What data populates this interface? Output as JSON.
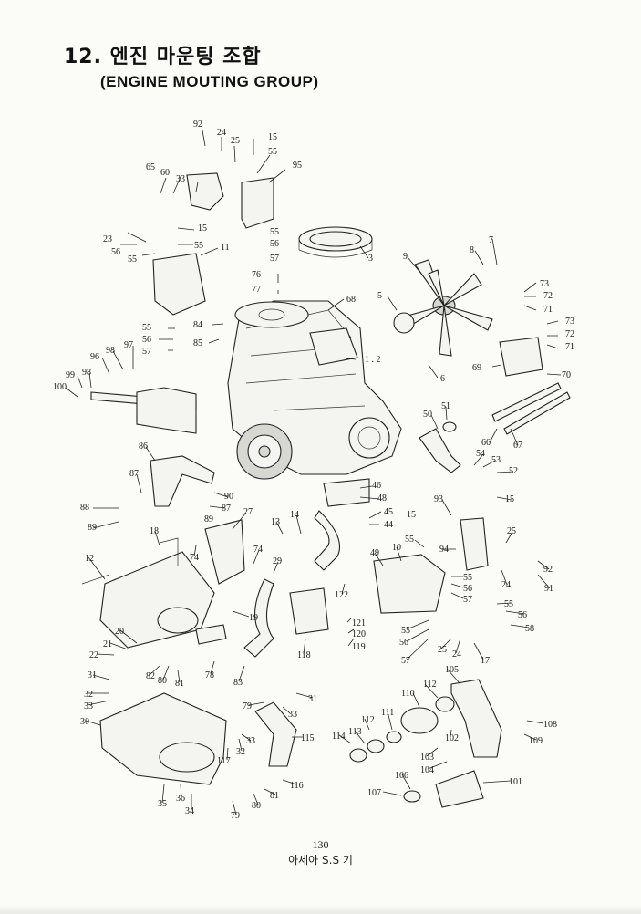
{
  "page": {
    "title_ko": "12. 엔진 마운팅 조합",
    "title_en": "(ENGINE MOUTING GROUP)",
    "page_number": "– 130 –",
    "footer": "아세아 S.S 기"
  },
  "callouts": [
    {
      "id": "c92a",
      "label": "92"
    },
    {
      "id": "c24a",
      "label": "24"
    },
    {
      "id": "c25a",
      "label": "25"
    },
    {
      "id": "c15a",
      "label": "15"
    },
    {
      "id": "c55a",
      "label": "55"
    },
    {
      "id": "c65",
      "label": "65"
    },
    {
      "id": "c60",
      "label": "60"
    },
    {
      "id": "c33a",
      "label": "33"
    },
    {
      "id": "c95",
      "label": "95"
    },
    {
      "id": "c23",
      "label": "23"
    },
    {
      "id": "c15b",
      "label": "15"
    },
    {
      "id": "c56a",
      "label": "56"
    },
    {
      "id": "c55b",
      "label": "55"
    },
    {
      "id": "c55c",
      "label": "55"
    },
    {
      "id": "c11",
      "label": "11"
    },
    {
      "id": "c55d",
      "label": "55"
    },
    {
      "id": "c56b",
      "label": "56"
    },
    {
      "id": "c57a",
      "label": "57"
    },
    {
      "id": "c3",
      "label": "3"
    },
    {
      "id": "c76",
      "label": "76"
    },
    {
      "id": "c77",
      "label": "77"
    },
    {
      "id": "c9",
      "label": "9"
    },
    {
      "id": "c8",
      "label": "8"
    },
    {
      "id": "c7",
      "label": "7"
    },
    {
      "id": "c5",
      "label": "5"
    },
    {
      "id": "c68",
      "label": "68"
    },
    {
      "id": "c73a",
      "label": "73"
    },
    {
      "id": "c72a",
      "label": "72"
    },
    {
      "id": "c71a",
      "label": "71"
    },
    {
      "id": "c73b",
      "label": "73"
    },
    {
      "id": "c72b",
      "label": "72"
    },
    {
      "id": "c71b",
      "label": "71"
    },
    {
      "id": "c55e",
      "label": "55"
    },
    {
      "id": "c56c",
      "label": "56"
    },
    {
      "id": "c57b",
      "label": "57"
    },
    {
      "id": "c84",
      "label": "84"
    },
    {
      "id": "c85",
      "label": "85"
    },
    {
      "id": "c12a",
      "label": "1 . 2"
    },
    {
      "id": "c69",
      "label": "69"
    },
    {
      "id": "c70",
      "label": "70"
    },
    {
      "id": "c6",
      "label": "6"
    },
    {
      "id": "c96",
      "label": "96"
    },
    {
      "id": "c98a",
      "label": "98"
    },
    {
      "id": "c97",
      "label": "97"
    },
    {
      "id": "c99",
      "label": "99"
    },
    {
      "id": "c98b",
      "label": "98"
    },
    {
      "id": "c100",
      "label": "100"
    },
    {
      "id": "c51",
      "label": "51"
    },
    {
      "id": "c50",
      "label": "50"
    },
    {
      "id": "c66",
      "label": "66"
    },
    {
      "id": "c67",
      "label": "67"
    },
    {
      "id": "c54",
      "label": "54"
    },
    {
      "id": "c53",
      "label": "53"
    },
    {
      "id": "c52",
      "label": "52"
    },
    {
      "id": "c86",
      "label": "86"
    },
    {
      "id": "c87a",
      "label": "87"
    },
    {
      "id": "c90",
      "label": "90"
    },
    {
      "id": "c87b",
      "label": "87"
    },
    {
      "id": "c88",
      "label": "88"
    },
    {
      "id": "c89",
      "label": "89"
    },
    {
      "id": "c46",
      "label": "46"
    },
    {
      "id": "c48",
      "label": "48"
    },
    {
      "id": "c15c",
      "label": "15"
    },
    {
      "id": "c45",
      "label": "45"
    },
    {
      "id": "c44",
      "label": "44"
    },
    {
      "id": "c27",
      "label": "27"
    },
    {
      "id": "c13",
      "label": "13"
    },
    {
      "id": "c14",
      "label": "14"
    },
    {
      "id": "c93",
      "label": "93"
    },
    {
      "id": "c15d",
      "label": "15"
    },
    {
      "id": "c55f",
      "label": "55"
    },
    {
      "id": "c18",
      "label": "18"
    },
    {
      "id": "c74a",
      "label": "74"
    },
    {
      "id": "c74b",
      "label": "74"
    },
    {
      "id": "c29",
      "label": "29"
    },
    {
      "id": "c10",
      "label": "10"
    },
    {
      "id": "c49",
      "label": "49"
    },
    {
      "id": "c94",
      "label": "94"
    },
    {
      "id": "c25b",
      "label": "25"
    },
    {
      "id": "c24b",
      "label": "24"
    },
    {
      "id": "c92b",
      "label": "92"
    },
    {
      "id": "c91",
      "label": "91"
    },
    {
      "id": "c12b",
      "label": "12"
    },
    {
      "id": "c122",
      "label": "122"
    },
    {
      "id": "c55g",
      "label": "55"
    },
    {
      "id": "c56d",
      "label": "56"
    },
    {
      "id": "c57c",
      "label": "57"
    },
    {
      "id": "c55h",
      "label": "55"
    },
    {
      "id": "c56e",
      "label": "56"
    },
    {
      "id": "c58",
      "label": "58"
    },
    {
      "id": "c19",
      "label": "19"
    },
    {
      "id": "c121",
      "label": "121"
    },
    {
      "id": "c120",
      "label": "120"
    },
    {
      "id": "c119",
      "label": "119"
    },
    {
      "id": "c55i",
      "label": "55"
    },
    {
      "id": "c56f",
      "label": "56"
    },
    {
      "id": "c57d",
      "label": "57"
    },
    {
      "id": "c25c",
      "label": "25"
    },
    {
      "id": "c24c",
      "label": "24"
    },
    {
      "id": "c17",
      "label": "17"
    },
    {
      "id": "c20",
      "label": "20"
    },
    {
      "id": "c21",
      "label": "21"
    },
    {
      "id": "c22",
      "label": "22"
    },
    {
      "id": "c118",
      "label": "118"
    },
    {
      "id": "c82",
      "label": "82"
    },
    {
      "id": "c80a",
      "label": "80"
    },
    {
      "id": "c81a",
      "label": "81"
    },
    {
      "id": "c78",
      "label": "78"
    },
    {
      "id": "c83",
      "label": "83"
    },
    {
      "id": "c105",
      "label": "105"
    },
    {
      "id": "c31a",
      "label": "31"
    },
    {
      "id": "c32a",
      "label": "32"
    },
    {
      "id": "c33b",
      "label": "33"
    },
    {
      "id": "c79a",
      "label": "79"
    },
    {
      "id": "c31b",
      "label": "31"
    },
    {
      "id": "c33c",
      "label": "33"
    },
    {
      "id": "c112a",
      "label": "112"
    },
    {
      "id": "c110",
      "label": "110"
    },
    {
      "id": "c30",
      "label": "30"
    },
    {
      "id": "c33d",
      "label": "33"
    },
    {
      "id": "c32b",
      "label": "32"
    },
    {
      "id": "c115",
      "label": "115"
    },
    {
      "id": "c112b",
      "label": "112"
    },
    {
      "id": "c111",
      "label": "111"
    },
    {
      "id": "c108",
      "label": "108"
    },
    {
      "id": "c114",
      "label": "114"
    },
    {
      "id": "c113",
      "label": "113"
    },
    {
      "id": "c102",
      "label": "102"
    },
    {
      "id": "c109",
      "label": "109"
    },
    {
      "id": "c117",
      "label": "117"
    },
    {
      "id": "c103",
      "label": "103"
    },
    {
      "id": "c104",
      "label": "104"
    },
    {
      "id": "c106",
      "label": "106"
    },
    {
      "id": "c101",
      "label": "101"
    },
    {
      "id": "c116",
      "label": "116"
    },
    {
      "id": "c107",
      "label": "107"
    },
    {
      "id": "c81b",
      "label": "81"
    },
    {
      "id": "c80b",
      "label": "80"
    },
    {
      "id": "c35",
      "label": "35"
    },
    {
      "id": "c36",
      "label": "36"
    },
    {
      "id": "c34",
      "label": "34"
    },
    {
      "id": "c79b",
      "label": "79"
    }
  ]
}
